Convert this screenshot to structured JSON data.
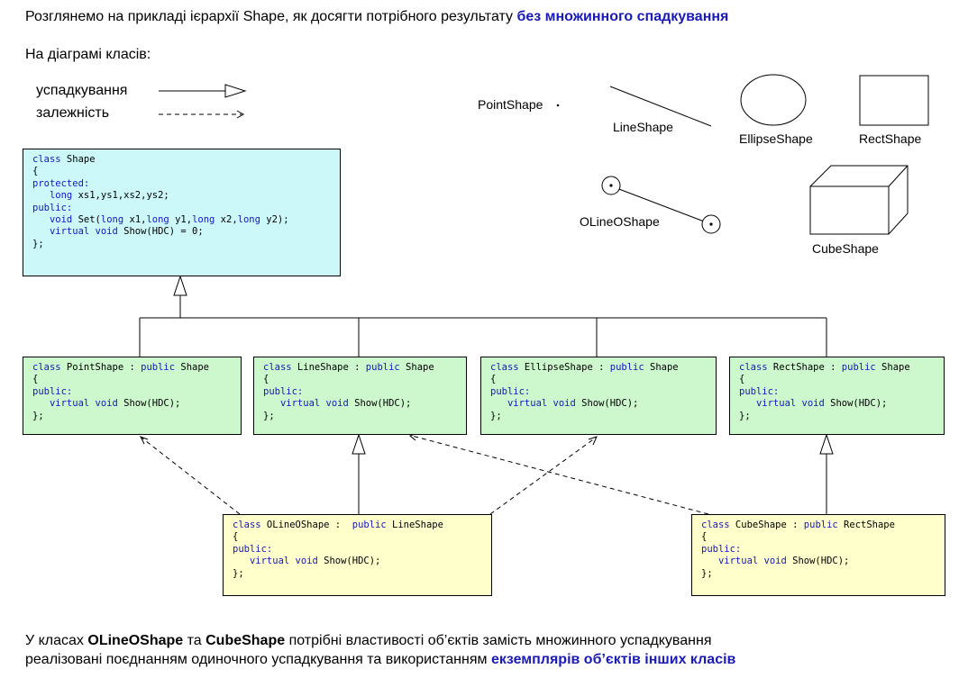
{
  "intro": {
    "prefix": "Розглянемо на прикладі ієрархії Shape, як досягти потрібного результату ",
    "highlight": "без множинного спадкування"
  },
  "on_diagram": "На діаграмі класів:",
  "legend": {
    "inheritance": "успадкування",
    "dependency": "залежність"
  },
  "shapes": {
    "point": "PointShape",
    "line": "LineShape",
    "ellipse": "EllipseShape",
    "rect": "RectShape",
    "oline": "OLineOShape",
    "cube": "CubeShape"
  },
  "classes": {
    "shape": {
      "l1a": "class",
      "l1b": " Shape",
      "l2": "{",
      "l3": "protected:",
      "l4a": "   ",
      "l4b": "long",
      "l4c": " xs1,ys1,xs2,ys2;",
      "l5": "public:",
      "l6a": "   ",
      "l6b": "void",
      "l6c": " Set(",
      "l6d": "long",
      "l6e": " x1,",
      "l6f": "long",
      "l6g": " y1,",
      "l6h": "long",
      "l6i": " x2,",
      "l6j": "long",
      "l6k": " y2);",
      "l7a": "   ",
      "l7b": "virtual void",
      "l7c": " Show(HDC) = 0;",
      "l8": "};"
    },
    "point": {
      "a": "class",
      "b": " PointShape : ",
      "c": "public",
      "d": " Shape"
    },
    "line": {
      "a": "class",
      "b": " LineShape : ",
      "c": "public",
      "d": " Shape"
    },
    "ellipse": {
      "a": "class",
      "b": " EllipseShape : ",
      "c": "public",
      "d": " Shape"
    },
    "rect": {
      "a": "class",
      "b": " RectShape : ",
      "c": "public",
      "d": " Shape"
    },
    "oline": {
      "a": "class",
      "b": " OLineOShape :  ",
      "c": "public",
      "d": " LineShape"
    },
    "cube": {
      "a": "class",
      "b": " CubeShape : ",
      "c": "public",
      "d": " RectShape"
    },
    "body": {
      "open": "{",
      "pub": "public:",
      "indent": "   ",
      "virt": "virtual void",
      "show": " Show(HDC);",
      "close": "};"
    }
  },
  "footer": {
    "l1a": "У класах ",
    "l1b": "OLineOShape",
    "l1c": " та ",
    "l1d": "CubeShape",
    "l1e": " потрібні властивості об’єктів замість множинного успадкування",
    "l2a": "реалізовані поєднанням одиночного успадкування та використанням ",
    "l2b": "екземплярів об’єктів інших класів"
  }
}
